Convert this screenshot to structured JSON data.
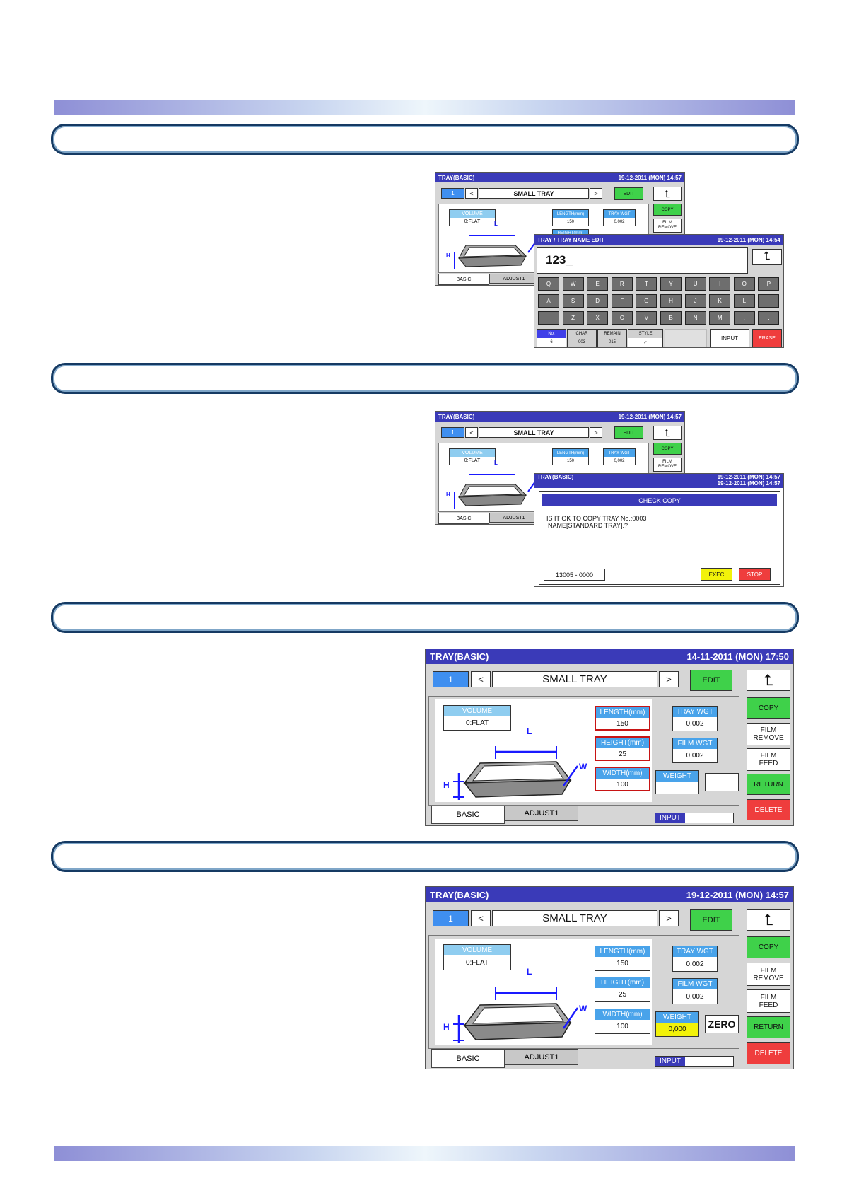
{
  "screen1": {
    "title": "TRAY(BASIC)",
    "datetime": "19-12-2011 (MON) 14:57",
    "tray_no": "1",
    "prev": "<",
    "next": ">",
    "tray_name": "SMALL TRAY",
    "edit": "EDIT",
    "copy": "COPY",
    "film_remove": "FILM REMOVE",
    "volume_label": "VOLUME",
    "volume_value": "0:FLAT",
    "length_label": "LENGTH(mm)",
    "length_value": "150",
    "tray_wgt_label": "TRAY WGT",
    "tray_wgt_value": "0,002",
    "height_label": "HEIGHT(mm)",
    "tab_basic": "BASIC",
    "tab_adjust": "ADJUST1",
    "dim_l": "L",
    "dim_h": "H"
  },
  "name_edit": {
    "title": "TRAY / TRAY NAME EDIT",
    "datetime": "19-12-2011 (MON) 14:54",
    "text": "123_",
    "row1": [
      "Q",
      "W",
      "E",
      "R",
      "T",
      "Y",
      "U",
      "I",
      "O",
      "P"
    ],
    "row2": [
      "A",
      "S",
      "D",
      "F",
      "G",
      "H",
      "J",
      "K",
      "L",
      ""
    ],
    "row3": [
      "",
      "Z",
      "X",
      "C",
      "V",
      "B",
      "N",
      "M",
      ",",
      "."
    ],
    "no_label": "No.",
    "no_value": "6",
    "char_label": "CHAR",
    "char_value": "003",
    "remain_label": "REMAIN",
    "remain_value": "015",
    "style_label": "STYLE",
    "style_value": "✓",
    "input": "INPUT",
    "erase": "ERASE"
  },
  "screen2": {
    "title": "TRAY(BASIC)",
    "datetime": "19-12-2011 (MON) 14:57",
    "tray_no": "1",
    "prev": "<",
    "next": ">",
    "tray_name": "SMALL TRAY",
    "edit": "EDIT",
    "copy": "COPY",
    "film_remove": "FILM REMOVE",
    "volume_label": "VOLUME",
    "volume_value": "0:FLAT",
    "length_label": "LENGTH(mm)",
    "length_value": "150",
    "tray_wgt_label": "TRAY WGT",
    "tray_wgt_value": "0,002",
    "tab_basic": "BASIC",
    "tab_adjust": "ADJUST1",
    "dim_l": "L",
    "dim_h": "H"
  },
  "check_copy": {
    "title": "TRAY(BASIC)",
    "datetime_back": "19-12-2011 (MON) 14:57",
    "datetime": "19-12-2011 (MON) 14:57",
    "heading": "CHECK COPY",
    "message_line1": "IS IT OK TO COPY TRAY No.:0003",
    "message_line2": "NAME[STANDARD TRAY].?",
    "code": "13005 - 0000",
    "exec": "EXEC",
    "stop": "STOP"
  },
  "screen3": {
    "title": "TRAY(BASIC)",
    "datetime": "14-11-2011 (MON) 17:50",
    "tray_no": "1",
    "prev": "<",
    "next": ">",
    "tray_name": "SMALL TRAY",
    "edit": "EDIT",
    "copy": "COPY",
    "film_remove": "FILM REMOVE",
    "film_feed": "FILM FEED",
    "return": "RETURN",
    "delete": "DELETE",
    "volume_label": "VOLUME",
    "volume_value": "0:FLAT",
    "length_label": "LENGTH(mm)",
    "length_value": "150",
    "height_label": "HEIGHT(mm)",
    "height_value": "25",
    "width_label": "WIDTH(mm)",
    "width_value": "100",
    "tray_wgt_label": "TRAY WGT",
    "tray_wgt_value": "0,002",
    "film_wgt_label": "FILM WGT",
    "film_wgt_value": "0,002",
    "weight_label": "WEIGHT",
    "weight_value": "",
    "zero": "",
    "tab_basic": "BASIC",
    "tab_adjust": "ADJUST1",
    "input": "INPUT",
    "dim_l": "L",
    "dim_w": "W",
    "dim_h": "H"
  },
  "screen4": {
    "title": "TRAY(BASIC)",
    "datetime": "19-12-2011 (MON) 14:57",
    "tray_no": "1",
    "prev": "<",
    "next": ">",
    "tray_name": "SMALL TRAY",
    "edit": "EDIT",
    "copy": "COPY",
    "film_remove": "FILM REMOVE",
    "film_feed": "FILM FEED",
    "return": "RETURN",
    "delete": "DELETE",
    "volume_label": "VOLUME",
    "volume_value": "0:FLAT",
    "length_label": "LENGTH(mm)",
    "length_value": "150",
    "height_label": "HEIGHT(mm)",
    "height_value": "25",
    "width_label": "WIDTH(mm)",
    "width_value": "100",
    "tray_wgt_label": "TRAY WGT",
    "tray_wgt_value": "0,002",
    "film_wgt_label": "FILM WGT",
    "film_wgt_value": "0,002",
    "weight_label": "WEIGHT",
    "weight_value": "0,000",
    "zero": "ZERO",
    "tab_basic": "BASIC",
    "tab_adjust": "ADJUST1",
    "input": "INPUT",
    "dim_l": "L",
    "dim_w": "W",
    "dim_h": "H"
  }
}
